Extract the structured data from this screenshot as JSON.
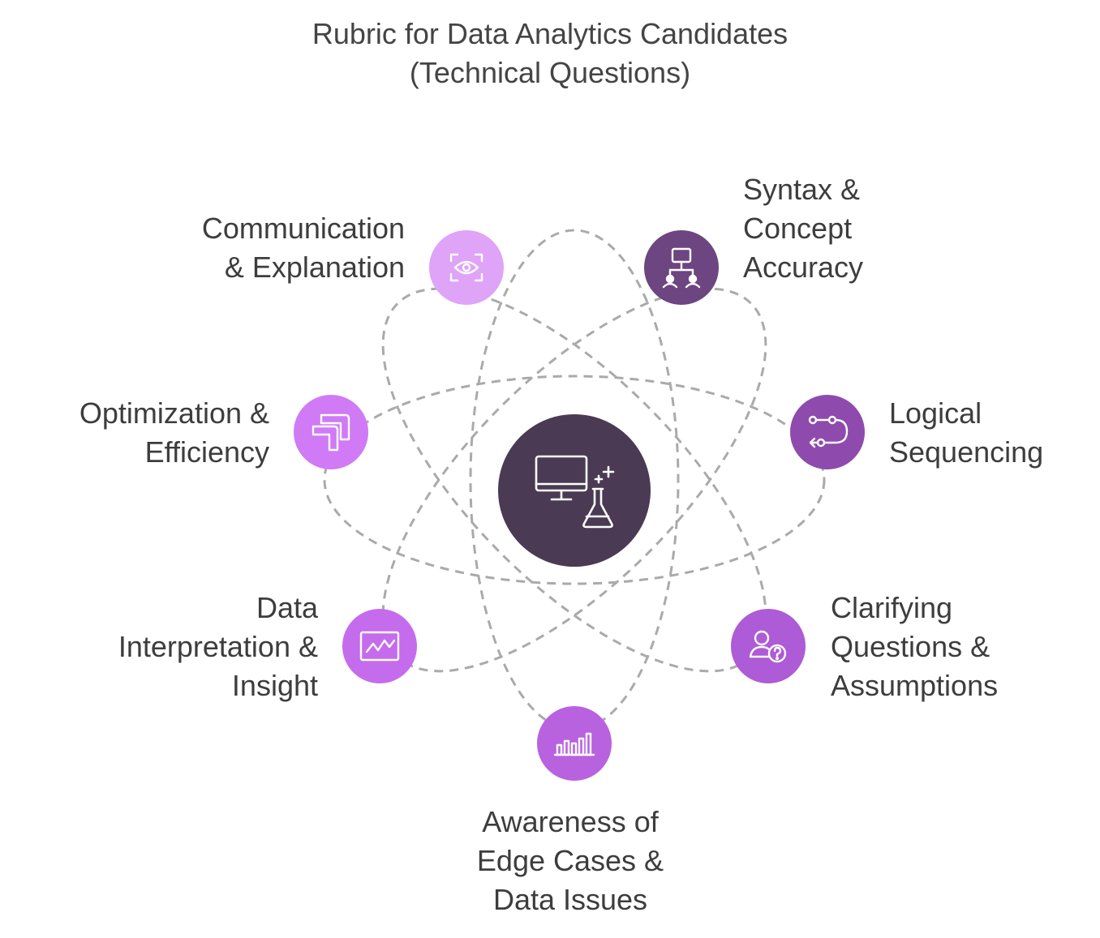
{
  "title": {
    "line1": "Rubric for Data Analytics Candidates",
    "line2": "(Technical Questions)"
  },
  "center": {
    "icon": "computer-flask-icon",
    "color": "#4b3a54"
  },
  "nodes": [
    {
      "key": "communication",
      "icon": "eye-icon",
      "color": "#dfa3f7",
      "lines": [
        "Communication",
        "& Explanation"
      ]
    },
    {
      "key": "syntax",
      "icon": "network-nodes-icon",
      "color": "#6d4580",
      "lines": [
        "Syntax &",
        "Concept",
        "Accuracy"
      ]
    },
    {
      "key": "logical",
      "icon": "route-icon",
      "color": "#8e4bad",
      "lines": [
        "Logical",
        "Sequencing"
      ]
    },
    {
      "key": "clarifying",
      "icon": "question-person-icon",
      "color": "#ad5bd6",
      "lines": [
        "Clarifying",
        "Questions &",
        "Assumptions"
      ]
    },
    {
      "key": "awareness",
      "icon": "bar-chart-icon",
      "color": "#b862e0",
      "lines": [
        "Awareness of",
        "Edge Cases &",
        "Data Issues"
      ]
    },
    {
      "key": "interpretation",
      "icon": "line-chart-icon",
      "color": "#c56ced",
      "lines": [
        "Data",
        "Interpretation &",
        "Insight"
      ]
    },
    {
      "key": "optimization",
      "icon": "optimize-arrows-icon",
      "color": "#d07af5",
      "lines": [
        "Optimization &",
        "Efficiency"
      ]
    }
  ],
  "orbit_color": "#aaaaaa"
}
